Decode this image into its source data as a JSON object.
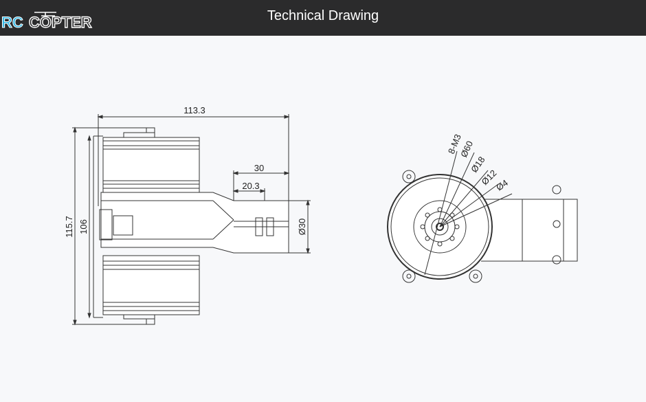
{
  "header": {
    "title": "Technical Drawing",
    "logo_left": "RC",
    "logo_right": "COPTER",
    "colors": {
      "bar": "#2b2b2c",
      "logo_cyan": "#35b9e6",
      "title": "#ffffff"
    }
  },
  "drawing": {
    "side_view": {
      "width": "113.3",
      "height_total": "115.7",
      "height_inner": "106",
      "offset_30": "30",
      "offset_20_3": "20.3",
      "tube_dia": "Ø30"
    },
    "front_view": {
      "holes": "8-M3",
      "d60": "Ø60",
      "d18": "Ø18",
      "d12": "Ø12",
      "d4": "Ø4"
    }
  }
}
